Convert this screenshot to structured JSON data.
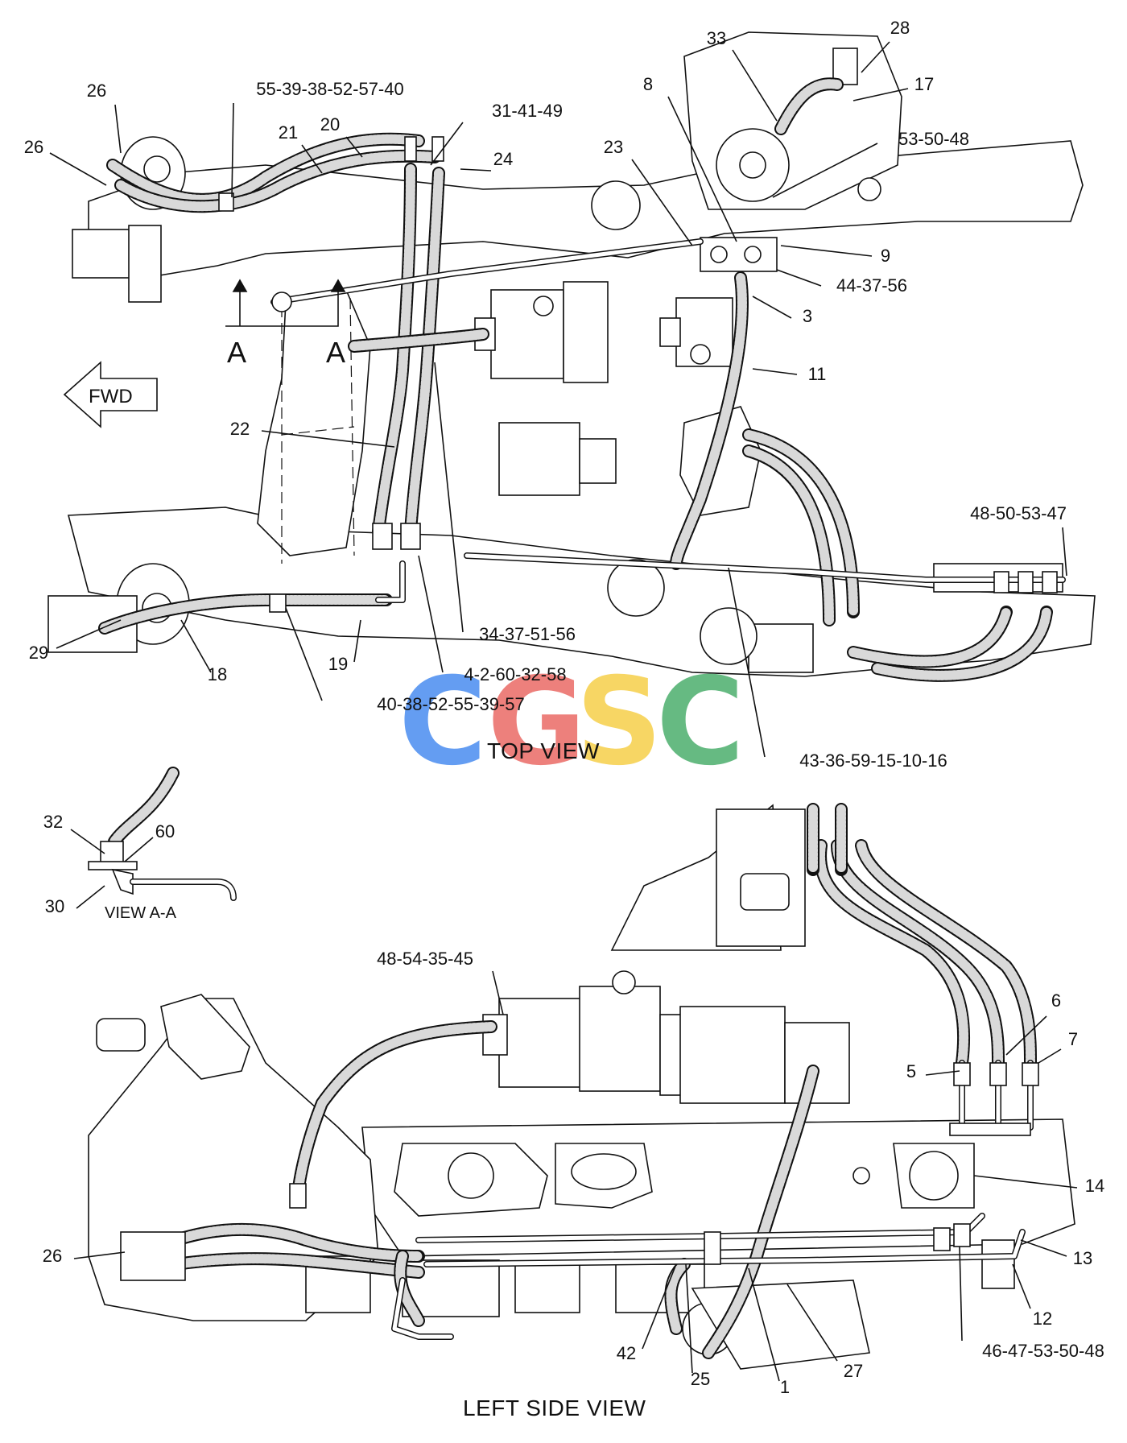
{
  "views": {
    "top_view_title": "TOP VIEW",
    "left_side_view_title": "LEFT SIDE VIEW",
    "view_aa_title": "VIEW A-A"
  },
  "fwd_label": "FWD",
  "section_marks": [
    "A",
    "A"
  ],
  "watermark": {
    "text": "CGSC",
    "colors": [
      "#4a8df0",
      "#ea6b66",
      "#f6cf4a",
      "#4caf6d"
    ]
  },
  "callouts": {
    "top_view": [
      "26",
      "26",
      "55-39-38-52-57-40",
      "21",
      "20",
      "31-41-49",
      "24",
      "8",
      "23",
      "33",
      "28",
      "17",
      "53-50-48",
      "9",
      "44-37-56",
      "3",
      "11",
      "22",
      "48-50-53-47",
      "29",
      "18",
      "19",
      "40-38-52-55-39-57",
      "34-37-51-56",
      "4-2-60-32-58",
      "43-36-59-15-10-16"
    ],
    "view_aa": [
      "32",
      "60",
      "30"
    ],
    "left_side_view": [
      "48-54-35-45",
      "6",
      "7",
      "5",
      "14",
      "26",
      "13",
      "12",
      "46-47-53-50-48",
      "42",
      "25",
      "1",
      "27"
    ]
  }
}
